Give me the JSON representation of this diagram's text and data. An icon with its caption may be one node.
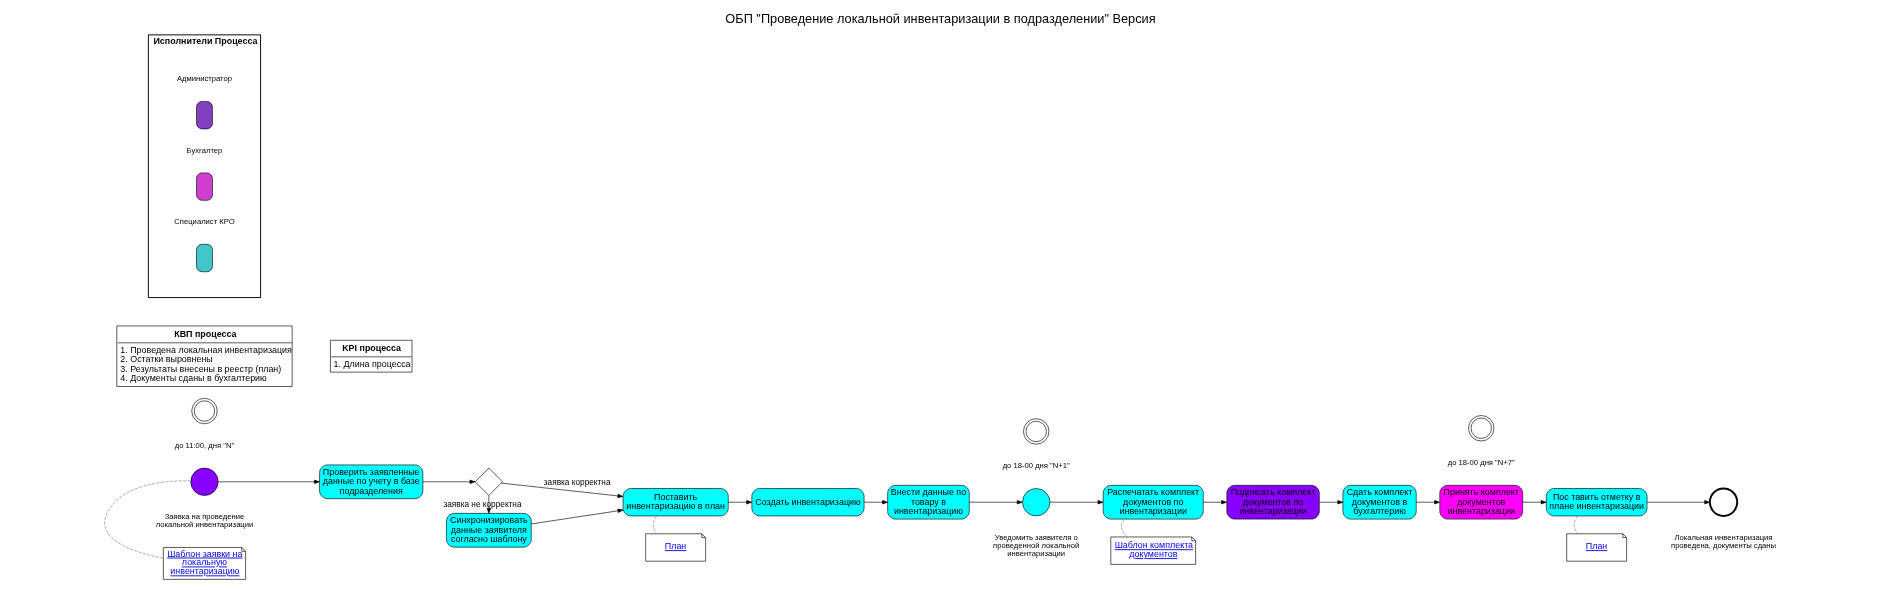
{
  "diagram": {
    "title": "ОБП \"Проведение локальной инвентаризации в подразделении\" Версия",
    "nodes": [
      {
        "text": [],
        "shape": "clock",
        "beside": [
          "до 11:00, дня \"N\""
        ]
      },
      {
        "text": [],
        "shape": "circle",
        "beside": [
          "Заявка на проведение локальной инвентаризации"
        ]
      },
      {
        "text": [
          "Шаблон заявки на локальную инвентаризацию"
        ]
      },
      {
        "text": [
          "Проверить заявленные данные по учету в базе подразделения"
        ]
      },
      {
        "text": [],
        "shape": "diamond"
      },
      {
        "text": [
          "Синхронизировать данные заявителя согласно шаблону"
        ]
      },
      {
        "text": [
          "Поставить инвентаризацию в план"
        ]
      },
      {
        "text": [
          "План"
        ]
      },
      {
        "text": [
          "Создать инвентаризацию"
        ]
      },
      {
        "text": [
          "Внести данные по товару в инвентаризацию"
        ]
      },
      {
        "text": [],
        "shape": "clock",
        "beside": [
          "до 18-00 дня \"N+1\""
        ]
      },
      {
        "text": [],
        "shape": "circle",
        "beside": [
          "Уведомить заявителя о проведенной локальной инвентаризации"
        ]
      },
      {
        "text": [
          "Распечатать комплект документов по инвентаризации"
        ]
      },
      {
        "text": [
          "Шаблон комплекта документов"
        ]
      },
      {
        "text": [
          "Подписать комплект документов по инвентаризации"
        ]
      },
      {
        "text": [
          "Сдать комплект документов в бухгалтерию"
        ]
      },
      {
        "text": [],
        "shape": "clock",
        "beside": [
          "до 18-00 дня \"N+7\""
        ]
      },
      {
        "text": [
          "Принять комплект документов инвентаризации"
        ]
      },
      {
        "text": [
          "Пос тавить отметку в плане инвентаризации"
        ]
      },
      {
        "text": [
          "План"
        ]
      },
      {
        "text": [],
        "shape": "circle",
        "beside": [
          "Локальная инвентаризация проведена, документы сданы"
        ]
      },
      {
        "text": [
          "КВП процесса",
          "1. Проведена локальная инвентаризация",
          "2. Остатки выровнены",
          "3. Результаты внесены в реестр (план)",
          "4. Документы сданы в бухгалтерию"
        ]
      },
      {
        "text": [
          "KPI процесса",
          "1. Длина процесса"
        ]
      },
      {
        "text": [
          "Исполнители Процесса"
        ]
      },
      {
        "text": [],
        "shape": "person",
        "in": 23,
        "beside": [
          "Специалист КРО"
        ]
      },
      {
        "text": [],
        "shape": "person",
        "in": 23,
        "beside": [
          "Бухгалтер"
        ]
      },
      {
        "text": [],
        "shape": "person",
        "in": 23,
        "beside": [
          "Администратор"
        ]
      }
    ],
    "edges": [
      {
        "from": 1,
        "to": 3,
        "arrow": "to"
      },
      {
        "from": 1,
        "to": 2,
        "arrow": "none",
        "style": "dashed",
        "color": "#808080"
      },
      {
        "from": 3,
        "to": 4,
        "arrow": "to"
      },
      {
        "from": 4,
        "to": 6,
        "arrow": "to",
        "label": "заявка корректна"
      },
      {
        "from": 4,
        "to": 5,
        "arrow": "to",
        "label": "заявка не корректна"
      },
      {
        "from": 5,
        "to": 6,
        "arrow": "to"
      },
      {
        "from": 6,
        "to": 7,
        "arrow": "none",
        "style": "dashed",
        "color": "#808080"
      },
      {
        "from": 6,
        "to": 8,
        "arrow": "to"
      },
      {
        "from": 8,
        "to": 9,
        "arrow": "to"
      },
      {
        "from": 9,
        "to": 11,
        "arrow": "to"
      },
      {
        "from": 11,
        "to": 12,
        "arrow": "to"
      },
      {
        "from": 12,
        "to": 13,
        "arrow": "none",
        "style": "dashed",
        "color": "#808080"
      },
      {
        "from": 12,
        "to": 14,
        "arrow": "to"
      },
      {
        "from": 14,
        "to": 15,
        "arrow": "to"
      },
      {
        "from": 15,
        "to": 17,
        "arrow": "to"
      },
      {
        "from": 17,
        "to": 18,
        "arrow": "to"
      },
      {
        "from": 18,
        "to": 19,
        "arrow": "none",
        "style": "dashed",
        "color": "#808080"
      },
      {
        "from": 18,
        "to": 20,
        "arrow": "to"
      }
    ]
  }
}
